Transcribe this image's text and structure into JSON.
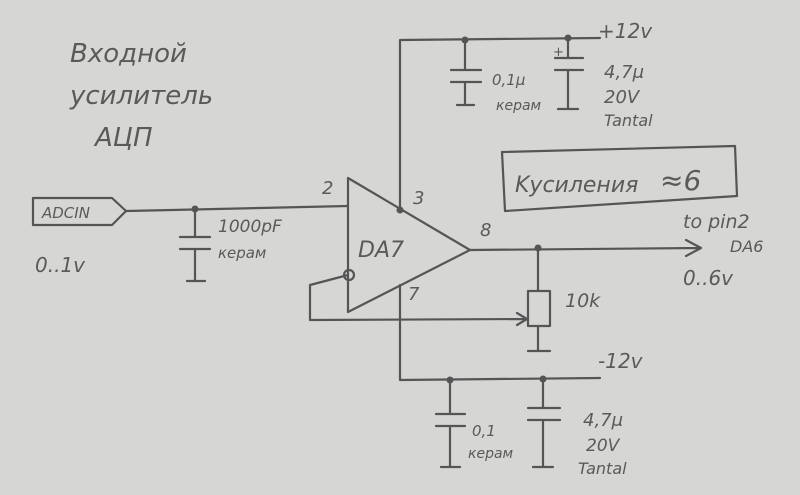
{
  "title": {
    "line1": "Входной",
    "line2": "усилитель",
    "line3": "АЦП"
  },
  "input": {
    "label": "ADCIN",
    "range": "0..1v"
  },
  "input_cap": {
    "value": "1000pF",
    "type": "керам"
  },
  "opamp": {
    "name": "DA7",
    "pin_in": "2",
    "pin_vplus": "3",
    "pin_out": "8",
    "pin_vminus": "7"
  },
  "pos_supply": {
    "label": "+12v",
    "cap1_value": "0,1μ",
    "cap1_type": "керам",
    "cap2_value": "4,7μ",
    "cap2_voltage": "20V",
    "cap2_type": "Tantal",
    "polarity": "+"
  },
  "neg_supply": {
    "label": "-12v",
    "cap1_value": "0,1",
    "cap1_type": "керам",
    "cap2_value": "4,7μ",
    "cap2_voltage": "20V",
    "cap2_type": "Tantal"
  },
  "gain_box": {
    "label": "Kусиления",
    "value": "≈6"
  },
  "output": {
    "dest_line1": "to pin2",
    "dest_line2": "DA6",
    "range": "0..6v"
  },
  "resistor": {
    "value": "10k"
  }
}
